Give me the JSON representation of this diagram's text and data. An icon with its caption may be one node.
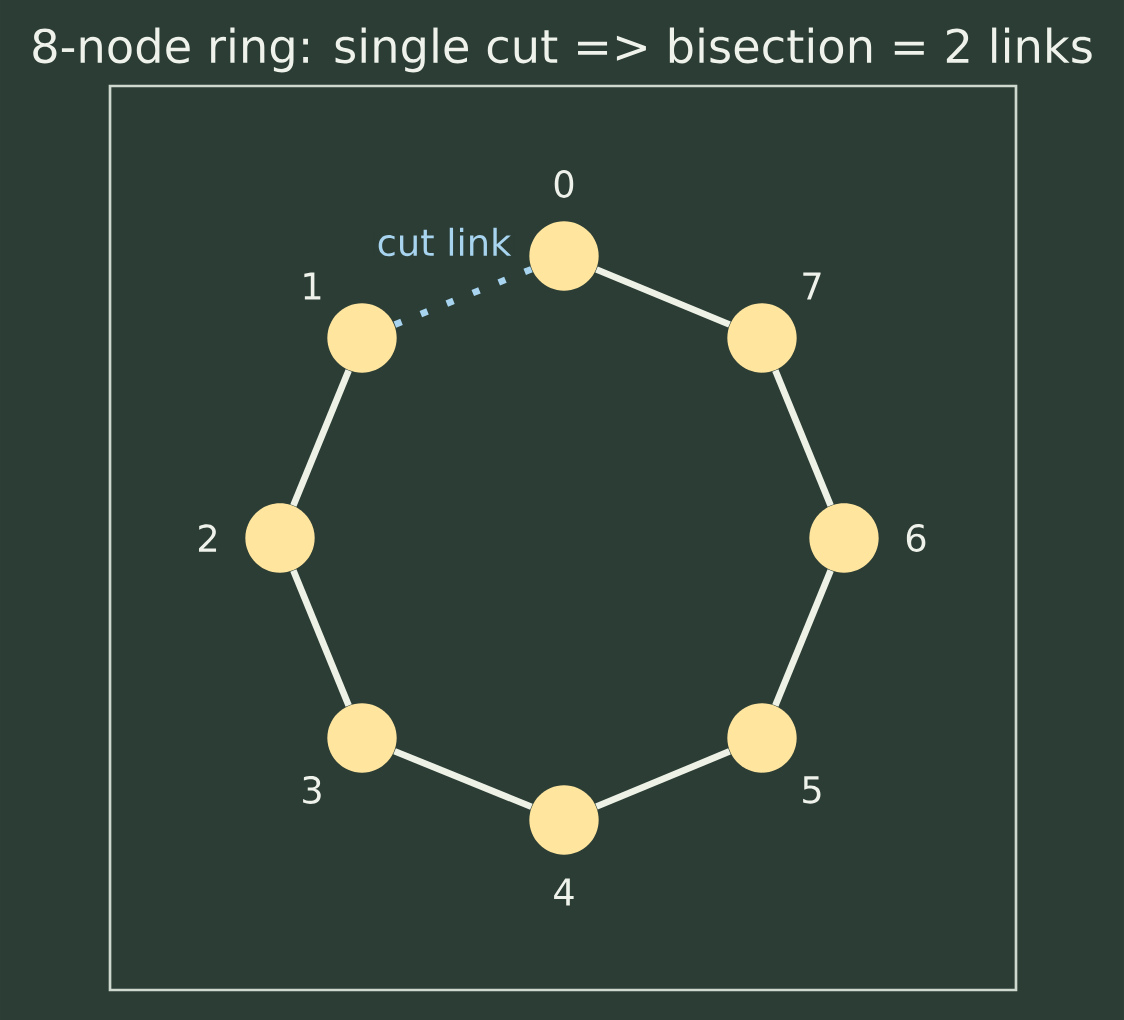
{
  "diagram": {
    "title": "8-node ring: single cut => bisection = 2 links",
    "nodes": [
      {
        "text": [],
        "shape": "circle",
        "beside": [
          "0"
        ]
      },
      {
        "text": [],
        "shape": "circle",
        "beside": [
          "1"
        ]
      },
      {
        "text": [],
        "shape": "circle",
        "beside": [
          "2"
        ]
      },
      {
        "text": [],
        "shape": "circle",
        "beside": [
          "3"
        ]
      },
      {
        "text": [],
        "shape": "circle",
        "beside": [
          "4"
        ]
      },
      {
        "text": [],
        "shape": "circle",
        "beside": [
          "5"
        ]
      },
      {
        "text": [],
        "shape": "circle",
        "beside": [
          "6"
        ]
      },
      {
        "text": [],
        "shape": "circle",
        "beside": [
          "7"
        ]
      }
    ],
    "edges": [
      {
        "from": 0,
        "to": 1,
        "arrow": "none",
        "label": "cut link",
        "style": "dashed",
        "color": "#a8d4f0"
      },
      {
        "from": 1,
        "to": 2,
        "arrow": "none"
      },
      {
        "from": 2,
        "to": 3,
        "arrow": "none"
      },
      {
        "from": 3,
        "to": 4,
        "arrow": "none"
      },
      {
        "from": 4,
        "to": 5,
        "arrow": "none"
      },
      {
        "from": 5,
        "to": 6,
        "arrow": "none"
      },
      {
        "from": 6,
        "to": 7,
        "arrow": "none"
      },
      {
        "from": 7,
        "to": 0,
        "arrow": "none"
      }
    ]
  }
}
